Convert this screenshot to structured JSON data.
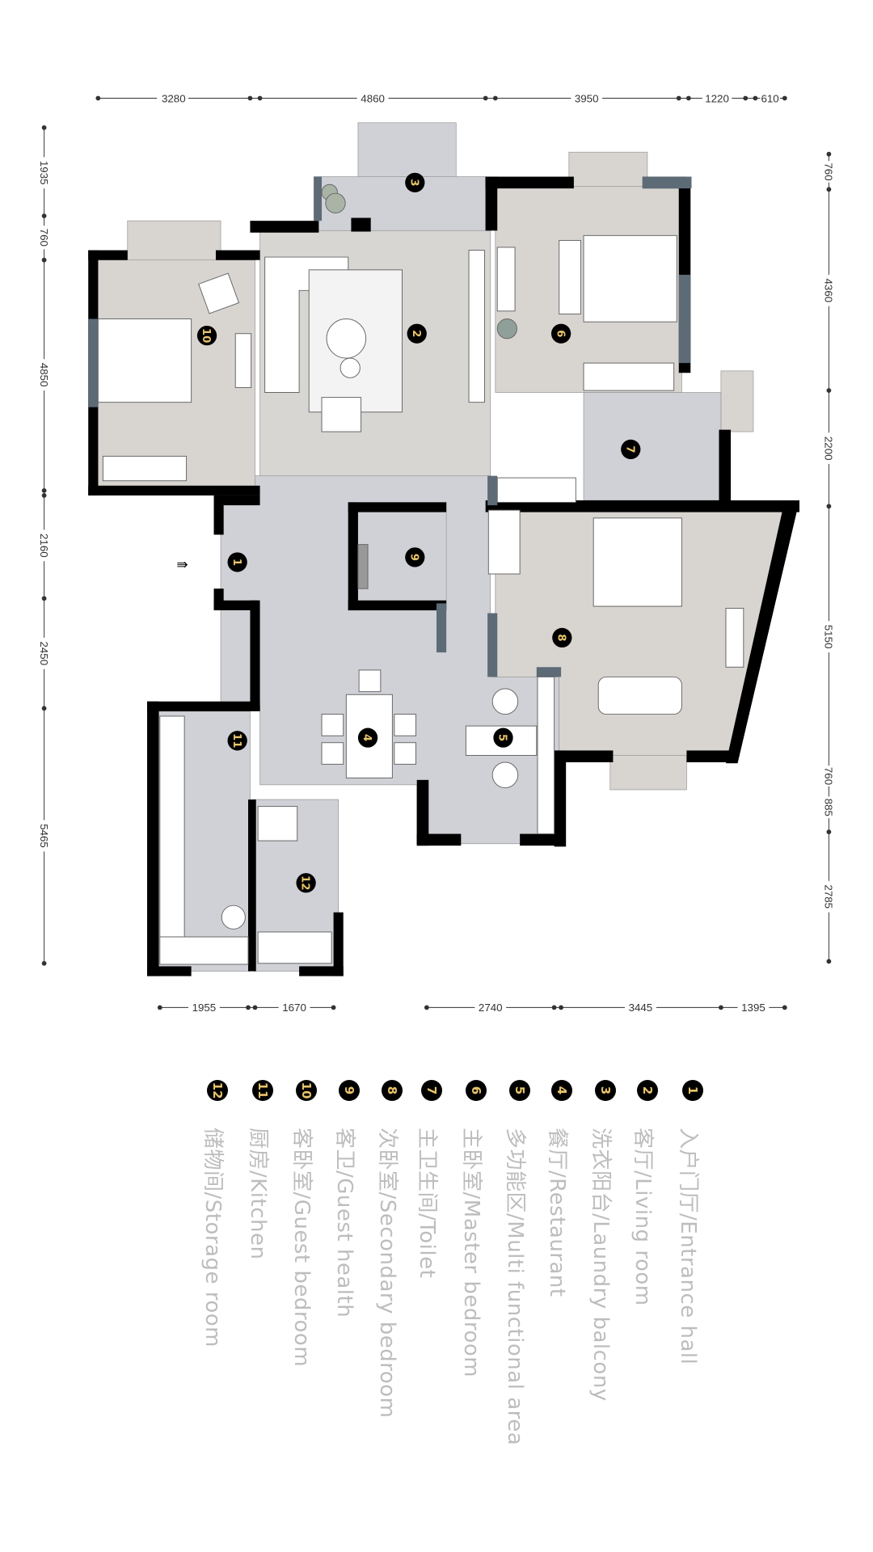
{
  "dimensions": {
    "top": [
      "3280",
      "4860",
      "3950",
      "1220",
      "610"
    ],
    "bottom": [
      "1955",
      "1670",
      "2740",
      "3445",
      "1395"
    ],
    "left": [
      "1935",
      "760",
      "4850",
      "2160",
      "2450",
      "5465"
    ],
    "right": [
      "760",
      "4360",
      "2200",
      "5150",
      "760",
      "885",
      "2785"
    ]
  },
  "rooms": [
    {
      "num": "1",
      "label": "入户门厅/Entrance hall"
    },
    {
      "num": "2",
      "label": "客厅/Living room"
    },
    {
      "num": "3",
      "label": "洗衣阳台/Laundry balcony"
    },
    {
      "num": "4",
      "label": "餐厅/Restaurant"
    },
    {
      "num": "5",
      "label": "多功能区/Multi functional area"
    },
    {
      "num": "6",
      "label": "主卧室/Master bedroom"
    },
    {
      "num": "7",
      "label": "主卫生间/Toilet"
    },
    {
      "num": "8",
      "label": "次卧室/Secondary bedroom"
    },
    {
      "num": "9",
      "label": "客卫/Guest health"
    },
    {
      "num": "10",
      "label": "客卧室/Guest bedroom"
    },
    {
      "num": "11",
      "label": "厨房/Kitchen"
    },
    {
      "num": "12",
      "label": "储物间/Storage room"
    }
  ],
  "colors": {
    "wall": "#000000",
    "public_floor": "#cfd1d6",
    "room_floor": "#d8d5d1",
    "window": "#5d6b77",
    "badge_text": "#e8c46a",
    "legend_text": "#bdbdbd"
  }
}
